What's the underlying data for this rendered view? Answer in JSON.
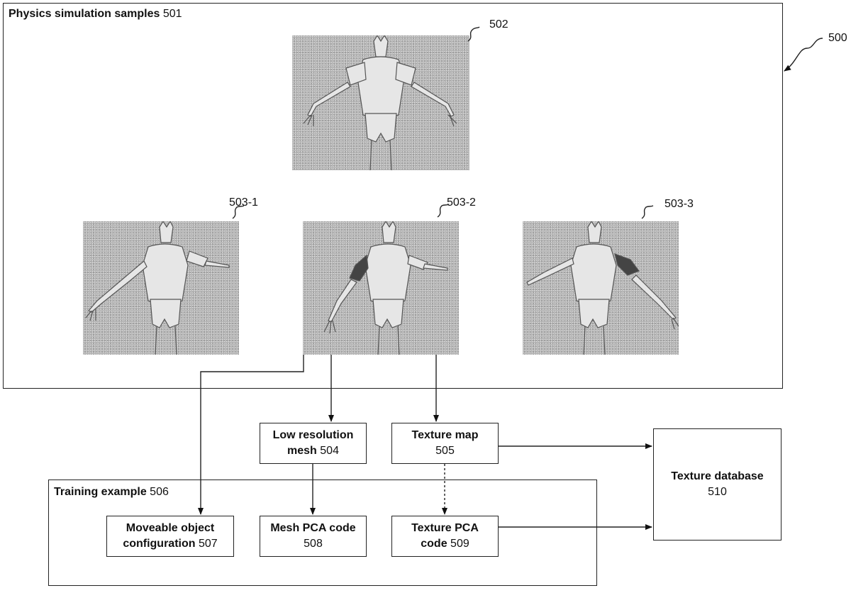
{
  "figure_ref": "500",
  "physics_samples": {
    "title_bold": "Physics simulation samples",
    "title_num": "501"
  },
  "renders": [
    {
      "ref": "502"
    },
    {
      "ref": "503-1"
    },
    {
      "ref": "503-2"
    },
    {
      "ref": "503-3"
    }
  ],
  "boxes": {
    "low_res_mesh": {
      "line1_bold": "Low resolution",
      "line2_bold": "mesh",
      "num": "504"
    },
    "texture_map": {
      "line1_bold": "Texture map",
      "num": "505"
    },
    "training": {
      "title_bold": "Training example",
      "title_num": "506"
    },
    "moveable": {
      "line1_bold": "Moveable object",
      "line2_bold": "configuration",
      "num": "507"
    },
    "mesh_pca": {
      "line1_bold": "Mesh PCA code",
      "num": "508"
    },
    "texture_pca": {
      "line1_bold": "Texture PCA",
      "line2_bold": "code",
      "num": "509"
    },
    "texture_db": {
      "line1_bold": "Texture database",
      "num": "510"
    }
  }
}
